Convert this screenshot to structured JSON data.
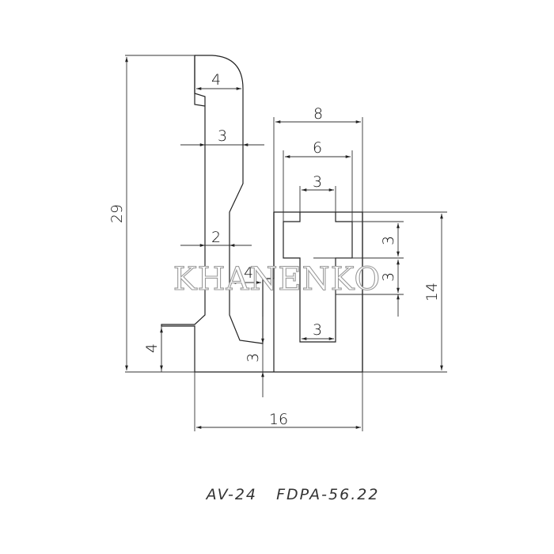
{
  "drawing": {
    "dimensions": {
      "height_total": "29",
      "top_width": "4",
      "upper_thickness": "3",
      "lower_thickness": "2",
      "mid_gap": "4",
      "base_height": "4",
      "bottom_gap": "3",
      "overall_width": "16",
      "slot_outer_width": "8",
      "slot_inner_width": "6",
      "cross_top": "3",
      "cross_bottom": "3",
      "cross_right_upper": "3",
      "cross_right_lower": "3",
      "slot_height": "14"
    },
    "caption": "AV-24   FDPA-56.22"
  },
  "watermark": "KHANENKO"
}
